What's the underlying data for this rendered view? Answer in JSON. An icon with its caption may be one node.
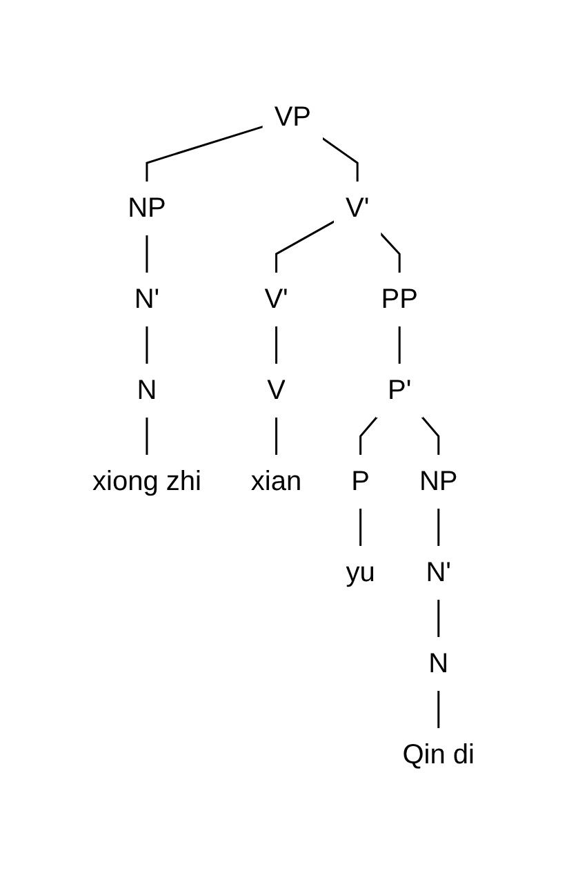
{
  "diagram": {
    "nodes": [
      {
        "text": [
          "VP"
        ]
      },
      {
        "text": [
          "NP"
        ]
      },
      {
        "text": [
          "V'"
        ]
      },
      {
        "text": [
          "N'"
        ]
      },
      {
        "text": [
          "V'"
        ]
      },
      {
        "text": [
          "PP"
        ]
      },
      {
        "text": [
          "N"
        ]
      },
      {
        "text": [
          "V"
        ]
      },
      {
        "text": [
          "P'"
        ]
      },
      {
        "text": [
          "xiong zhi"
        ]
      },
      {
        "text": [
          "xian"
        ]
      },
      {
        "text": [
          "P"
        ]
      },
      {
        "text": [
          "NP"
        ]
      },
      {
        "text": [
          "yu"
        ]
      },
      {
        "text": [
          "N'"
        ]
      },
      {
        "text": [
          "N"
        ]
      },
      {
        "text": [
          "Qin di"
        ]
      }
    ],
    "edges": [
      {
        "from": 0,
        "to": 1,
        "arrow": "none"
      },
      {
        "from": 0,
        "to": 2,
        "arrow": "none"
      },
      {
        "from": 1,
        "to": 3,
        "arrow": "none"
      },
      {
        "from": 2,
        "to": 4,
        "arrow": "none"
      },
      {
        "from": 2,
        "to": 5,
        "arrow": "none"
      },
      {
        "from": 3,
        "to": 6,
        "arrow": "none"
      },
      {
        "from": 4,
        "to": 7,
        "arrow": "none"
      },
      {
        "from": 5,
        "to": 8,
        "arrow": "none"
      },
      {
        "from": 6,
        "to": 9,
        "arrow": "none"
      },
      {
        "from": 7,
        "to": 10,
        "arrow": "none"
      },
      {
        "from": 8,
        "to": 11,
        "arrow": "none"
      },
      {
        "from": 8,
        "to": 12,
        "arrow": "none"
      },
      {
        "from": 11,
        "to": 13,
        "arrow": "none"
      },
      {
        "from": 12,
        "to": 14,
        "arrow": "none"
      },
      {
        "from": 14,
        "to": 15,
        "arrow": "none"
      },
      {
        "from": 15,
        "to": 16,
        "arrow": "none"
      }
    ]
  }
}
